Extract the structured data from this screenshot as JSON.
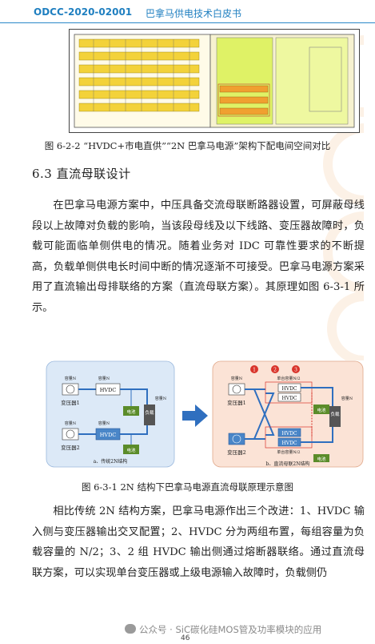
{
  "header": {
    "doc_id": "ODCC-2020-02001",
    "doc_title": "巴拿马供电技术白皮书"
  },
  "figure_top": {
    "caption": "图 6-2-2 “HVDC+市电直供”“2N 巴拿马电源”架构下配电间空间对比"
  },
  "section": {
    "title": "6.3 直流母联设计"
  },
  "paragraph1": "在巴拿马电源方案中，中压具备交流母联断路器设置，可屏蔽母线段以上故障对负载的影响，当该段母线及以下线路、变压器故障时，负载可能面临单侧供电的情况。随着业务对 IDC 可靠性要求的不断提高，负载单侧供电长时间中断的情况逐渐不可接受。巴拿马电源方案采用了直流输出母排联络的方案（直流母联方案）。其原理如图 6-3-1 所示。",
  "diagram": {
    "left": {
      "cap_label": "容量N",
      "transformer1": "变压器1",
      "transformer2": "变压器2",
      "hvdc": "HVDC",
      "battery": "电池",
      "load": "负载",
      "caption": "a、传统2N结构"
    },
    "right": {
      "cap_label": "容量N",
      "half_cap": "单台容量N/2",
      "transformer1": "变压器1",
      "transformer2": "变压器2",
      "hvdc": "HVDC",
      "battery": "电池",
      "load": "负载",
      "badges": [
        "1",
        "2",
        "3"
      ],
      "caption": "b、直流母联2N结构"
    },
    "caption": "图 6-3-1 2N 结构下巴拿马电源直流母联原理示意图",
    "colors": {
      "left_bg": "#dce9f7",
      "right_bg": "#fbe3d6",
      "bus": "#2f6fbf",
      "hvdc": "#4a86c8",
      "battery": "#5b8c2a",
      "badge": "#d9342b"
    }
  },
  "paragraph2": "相比传统 2N 结构方案，巴拿马电源作出三个改进：1、HVDC 输入侧与变压器输出交叉配置；2、HVDC 分为两组布置，每组容量为负载容量的 N/2；3、2 组 HVDC 输出侧通过熔断器联络。通过直流母联方案，可以实现单台变压器或上级电源输入故障时，负载侧仍",
  "footer": {
    "wechat": "公众号 · SiC碳化硅MOS管及功率模块的应用",
    "page": "46"
  }
}
